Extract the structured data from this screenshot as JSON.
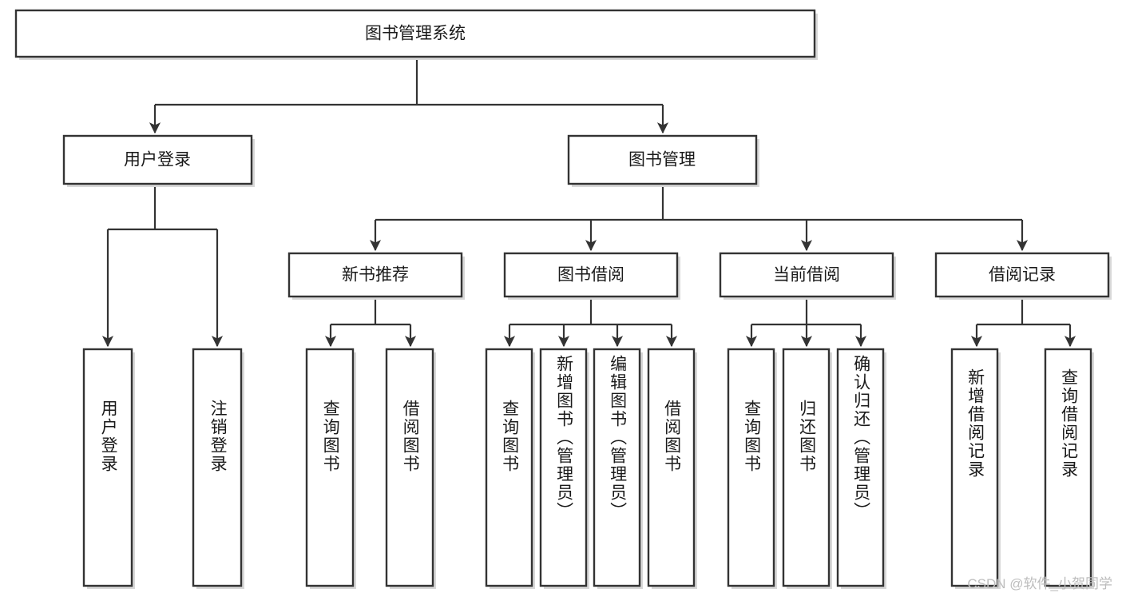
{
  "diagram": {
    "type": "tree",
    "title": "图书管理系统",
    "root": {
      "id": "root",
      "label": "图书管理系统",
      "orientation": "horizontal"
    },
    "level2": [
      {
        "id": "user-login",
        "label": "用户登录",
        "orientation": "horizontal"
      },
      {
        "id": "book-management",
        "label": "图书管理",
        "orientation": "horizontal"
      }
    ],
    "level3": [
      {
        "id": "new-book-recommend",
        "label": "新书推荐",
        "parent": "book-management",
        "orientation": "horizontal"
      },
      {
        "id": "book-borrow",
        "label": "图书借阅",
        "parent": "book-management",
        "orientation": "horizontal"
      },
      {
        "id": "current-borrow",
        "label": "当前借阅",
        "parent": "book-management",
        "orientation": "horizontal"
      },
      {
        "id": "borrow-record",
        "label": "借阅记录",
        "parent": "book-management",
        "orientation": "horizontal"
      }
    ],
    "leaves": [
      {
        "id": "leaf-user-login",
        "label": "用户登录",
        "parent": "user-login",
        "orientation": "vertical"
      },
      {
        "id": "leaf-logout-login",
        "label": "注销登录",
        "parent": "user-login",
        "orientation": "vertical"
      },
      {
        "id": "leaf-query-book-1",
        "label": "查询图书",
        "parent": "new-book-recommend",
        "orientation": "vertical"
      },
      {
        "id": "leaf-borrow-book-1",
        "label": "借阅图书",
        "parent": "new-book-recommend",
        "orientation": "vertical"
      },
      {
        "id": "leaf-query-book-2",
        "label": "查询图书",
        "parent": "book-borrow",
        "orientation": "vertical"
      },
      {
        "id": "leaf-add-book",
        "label": "新增图书（管理员）",
        "parent": "book-borrow",
        "orientation": "vertical"
      },
      {
        "id": "leaf-edit-book",
        "label": "编辑图书（管理员）",
        "parent": "book-borrow",
        "orientation": "vertical"
      },
      {
        "id": "leaf-borrow-book-2",
        "label": "借阅图书",
        "parent": "book-borrow",
        "orientation": "vertical"
      },
      {
        "id": "leaf-query-book-3",
        "label": "查询图书",
        "parent": "current-borrow",
        "orientation": "vertical"
      },
      {
        "id": "leaf-return-book",
        "label": "归还图书",
        "parent": "current-borrow",
        "orientation": "vertical"
      },
      {
        "id": "leaf-confirm-return",
        "label": "确认归还（管理员）",
        "parent": "current-borrow",
        "orientation": "vertical"
      },
      {
        "id": "leaf-add-record",
        "label": "新增借阅记录",
        "parent": "borrow-record",
        "orientation": "vertical"
      },
      {
        "id": "leaf-query-record",
        "label": "查询借阅记录",
        "parent": "borrow-record",
        "orientation": "vertical"
      }
    ],
    "colors": {
      "box_fill": "#ffffff",
      "box_stroke": "#333333",
      "edge": "#333333",
      "text": "#1a1a1a",
      "background": "#ffffff",
      "watermark": "#bdbdbd"
    }
  },
  "watermark": {
    "text": "CSDN @软件_小贺同学"
  }
}
